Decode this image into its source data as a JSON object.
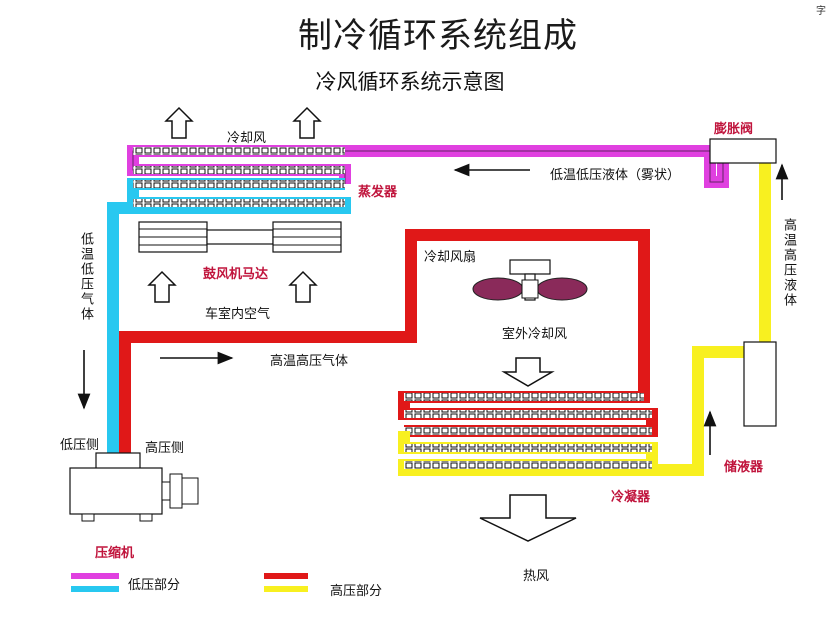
{
  "title": "制冷循环系统组成",
  "subtitle": "冷风循环系统示意图",
  "corner_mark": "字",
  "labels": {
    "cold_wind": "冷却风",
    "expansion_valve": "膨胀阀",
    "low_temp_low_pressure_liquid": "低温低压液体（雾状）",
    "evaporator": "蒸发器",
    "low_temp_low_pressure_gas": "低温低压气体",
    "blower_motor": "鼓风机马达",
    "cabin_air": "车室内空气",
    "condenser_fan": "冷却风扇",
    "outdoor_cooling_air": "室外冷却风",
    "high_temp_high_pressure_gas": "高温高压气体",
    "high_temp_high_pressure_liquid": "高温高压液体",
    "low_pressure_side": "低压侧",
    "high_pressure_side": "高压侧",
    "receiver_drier": "储液器",
    "condenser": "冷凝器",
    "compressor": "压缩机",
    "hot_air": "热风"
  },
  "legend": [
    {
      "label": "低压部分",
      "colors": [
        "#e040e0",
        "#28c8f0"
      ]
    },
    {
      "label": "高压部分",
      "colors": [
        "#e01818",
        "#f8f020"
      ]
    }
  ],
  "colors": {
    "low_pressure_gas": "#e040e0",
    "low_pressure_line": "#28c8f0",
    "high_pressure_gas": "#e01818",
    "high_pressure_liquid": "#f8f020",
    "label_red": "#c0143c"
  }
}
